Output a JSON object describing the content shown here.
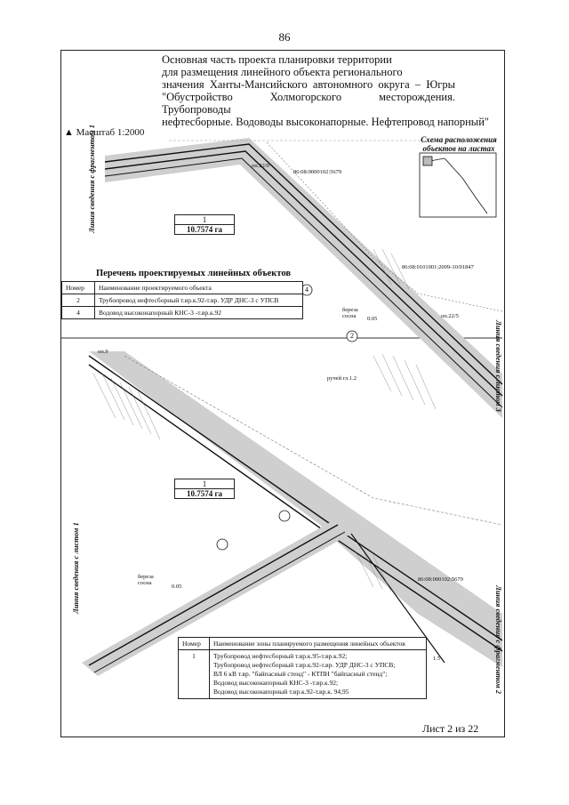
{
  "page_number": "86",
  "title": {
    "line1": "Основная часть проекта планировки территории",
    "line2": "для размещения линейного объекта регионального",
    "line3": "значения Ханты-Мансийского автономного округа – Югры",
    "line4": "\"Обустройство Холмогорского месторождения. Трубопроводы",
    "line5": "нефтесборные. Водоводы высоконапорные. Нефтепровод напорный\""
  },
  "scale_label": "Масштаб 1:2000",
  "scheme_title": "Схема расположения объектов на листах",
  "side_labels": {
    "left_top": "Линия сведения с фрагментом 1",
    "left_bottom": "Линия сведения с листом 1",
    "right_top": "Линия сведения с листом 3",
    "right_bottom": "Линия сведения с фрагментом 2"
  },
  "area_boxes": [
    {
      "num": "1",
      "value": "10.7574 га"
    },
    {
      "num": "1",
      "value": "10.7574 га"
    }
  ],
  "linear_list": {
    "title": "Перечень проектируемых линейных объектов",
    "headers": [
      "Номер",
      "Наименование проектируемого объекта"
    ],
    "rows": [
      {
        "num": "2",
        "name": "Трубопровод нефтесборный т.вр.к.92-т.вр. УДР ДНС-3 с УПСВ"
      },
      {
        "num": "4",
        "name": "Водовод высоконапорный КНС-3 -т.вр.к.92"
      }
    ]
  },
  "zone_table": {
    "headers": [
      "Номер",
      "Наименование зоны планируемого размещения линейных объектов"
    ],
    "num": "1",
    "lines": [
      "Трубопровод нефтесборный т.вр.к.95-т.вр.к.92;",
      "Трубопровод нефтесборный т.вр.к.92-т.вр. УДР ДНС-3 с УПСВ;",
      "ВЛ 6 кВ т.вр. \"байпасный стенд\" - КТПН \"байпасный стенд\";",
      "Водовод высоконапорный КНС-3 -т.вр.к.92;",
      "Водовод высоконапорный т.вр.к.92-т.вр.к. 94,95"
    ]
  },
  "map_labels": {
    "cadastral1": "86:08:0000102:5679",
    "cadastral2": "86:08:0101001:2009-10/01847",
    "cadastral3": "86:08:000102:5679",
    "op22": "оп.22/0",
    "op22b": "оп.22/5",
    "op9": "оп.9",
    "ruchey": "ручей гл.1.2",
    "birch1": "береза сосна",
    "birch2": "береза сосна",
    "val1": "0.05",
    "val2": "0.05",
    "val3": "1.5",
    "obj2": "2",
    "obj4": "4"
  },
  "sheet_label": "Лист 2 из 22"
}
